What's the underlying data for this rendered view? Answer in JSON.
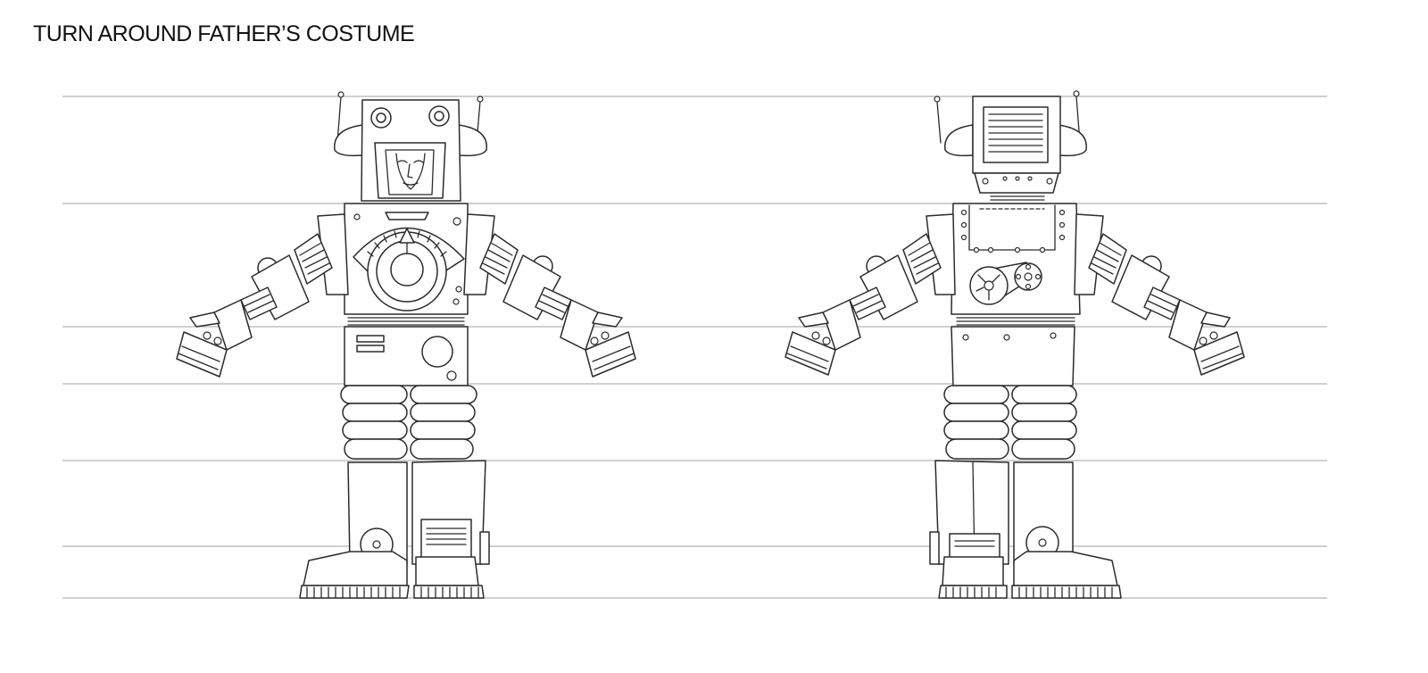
{
  "sheet": {
    "title": "TURN AROUND FATHER’S COSTUME"
  },
  "views": [
    {
      "side": "front",
      "head": "helmet-with-face",
      "chest": "dial-gauge"
    },
    {
      "side": "back",
      "head": "vent-grille",
      "chest": "tape-reels"
    }
  ],
  "colors": {
    "ink": "#2b2b2b",
    "guide_line": "#b4b4b4",
    "paper": "#ffffff"
  }
}
